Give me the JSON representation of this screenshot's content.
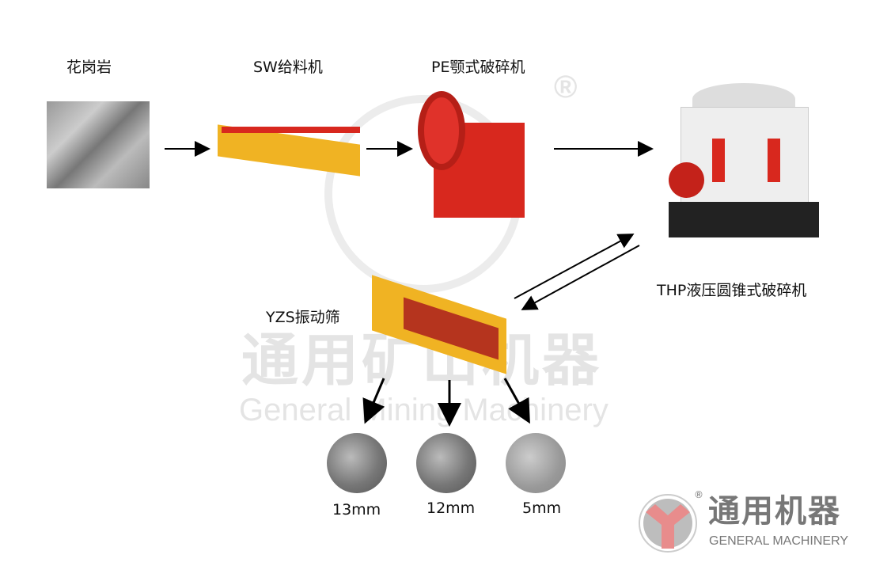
{
  "labels": {
    "granite": "花岗岩",
    "feeder": "SW给料机",
    "jaw_crusher": "PE颚式破碎机",
    "cone_crusher": "THP液压圆锥式破碎机",
    "screen": "YZS振动筛"
  },
  "products": [
    {
      "size": "13mm"
    },
    {
      "size": "12mm"
    },
    {
      "size": "5mm"
    }
  ],
  "watermark": {
    "cn": "通用矿山机器",
    "en": "General Mining Machinery",
    "registered": "®"
  },
  "logo": {
    "cn": "通用机器",
    "en": "GENERAL MACHINERY",
    "registered": "®"
  },
  "colors": {
    "machine_red": "#d8281e",
    "machine_yellow": "#f0b323",
    "logo_red": "#e88c8c",
    "logo_gray": "#bdbdbd"
  }
}
